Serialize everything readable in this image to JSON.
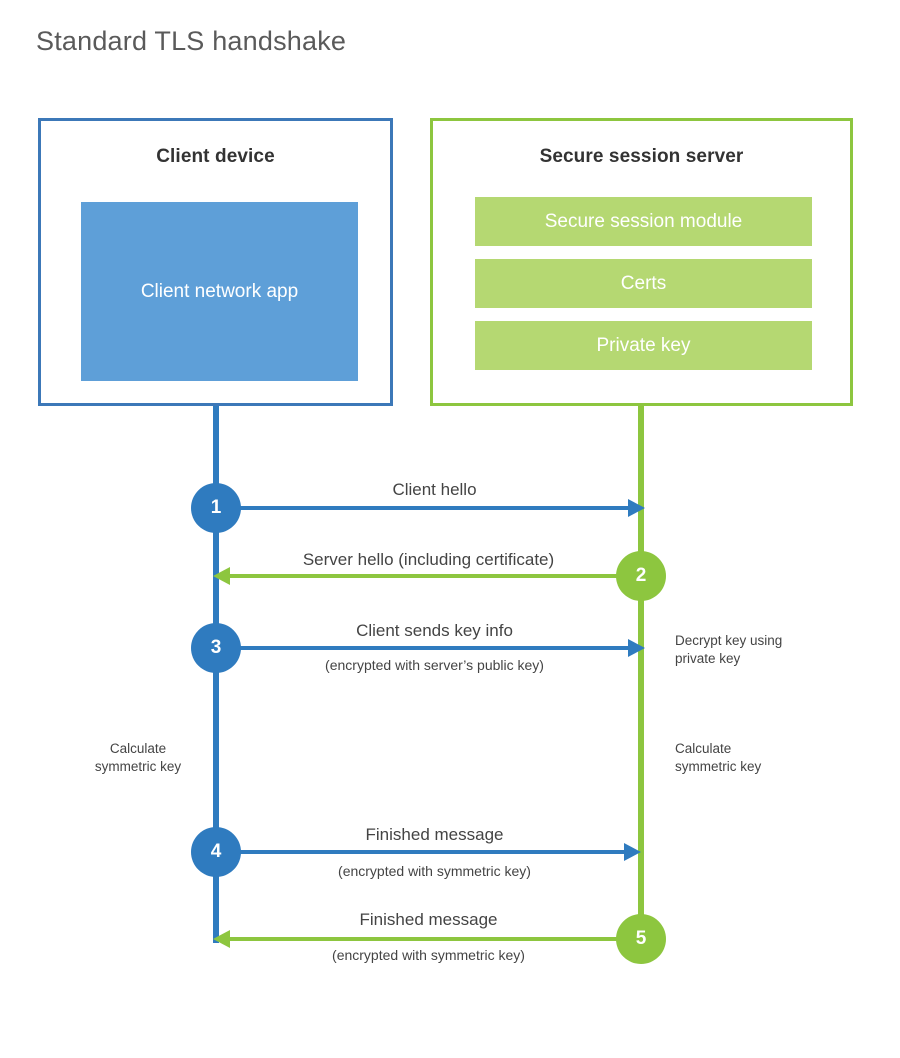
{
  "title": "Standard TLS handshake",
  "colors": {
    "client_border": "#3c78b8",
    "client_fill": "#5e9fd8",
    "client_line": "#2f7bbf",
    "server_border": "#8dc63f",
    "server_fill": "#b5d872",
    "server_line": "#8dc63f",
    "title_text": "#5a5a5a",
    "body_text": "#444444"
  },
  "client": {
    "title": "Client device",
    "app_label": "Client network app"
  },
  "server": {
    "title": "Secure session server",
    "modules": [
      {
        "label": "Secure session module"
      },
      {
        "label": "Certs"
      },
      {
        "label": "Private key"
      }
    ]
  },
  "steps": [
    {
      "number": "1",
      "direction": "client-to-server",
      "color": "#2f7bbf",
      "main": "Client hello",
      "sub": ""
    },
    {
      "number": "2",
      "direction": "server-to-client",
      "color": "#8dc63f",
      "main": "Server hello (including certificate)",
      "sub": ""
    },
    {
      "number": "3",
      "direction": "client-to-server",
      "color": "#2f7bbf",
      "main": "Client sends key info",
      "sub": "(encrypted with server’s public key)"
    },
    {
      "number": "4",
      "direction": "client-to-server",
      "color": "#2f7bbf",
      "main": "Finished message",
      "sub": "(encrypted with symmetric key)"
    },
    {
      "number": "5",
      "direction": "server-to-client",
      "color": "#8dc63f",
      "main": "Finished message",
      "sub": "(encrypted with symmetric key)"
    }
  ],
  "notes": {
    "server_decrypt": "Decrypt key using\nprivate key",
    "client_calculate": "Calculate\nsymmetric key",
    "server_calculate": "Calculate\nsymmetric key"
  }
}
